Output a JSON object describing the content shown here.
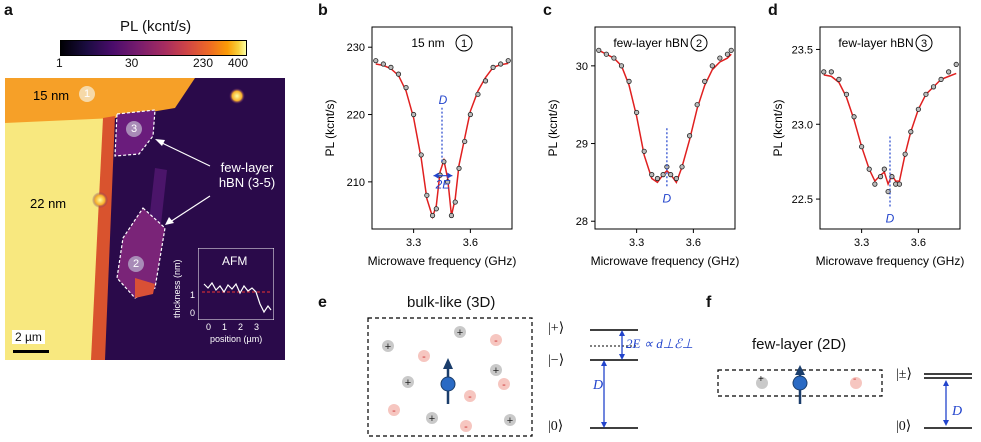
{
  "panel_a": {
    "letter": "a",
    "colorbar_title": "PL (kcnt/s)",
    "colorbar_ticks": [
      "1",
      "30",
      "230",
      "400"
    ],
    "label_15nm": "15 nm",
    "label_22nm": "22 nm",
    "flake_1": "1",
    "flake_2": "2",
    "flake_3": "3",
    "annotation_line1": "few-layer",
    "annotation_line2": "hBN (3-5)",
    "scalebar": "2 µm",
    "afm": {
      "title": "AFM",
      "ylabel": "thickness (nm)",
      "xlabel": "position (µm)",
      "yticks": [
        "0",
        "1"
      ],
      "xticks": [
        "0",
        "1",
        "2",
        "3"
      ]
    }
  },
  "panel_b": {
    "letter": "b",
    "label": "15 nm",
    "circle": "1",
    "ylabel": "PL (kcnt/s)",
    "xlabel": "Microwave frequency (GHz)",
    "yticks": [
      "210",
      "220",
      "230"
    ],
    "xticks": [
      "3.3",
      "3.6"
    ],
    "annot_D": "D",
    "annot_2E": "2E"
  },
  "panel_c": {
    "letter": "c",
    "label": "few-layer hBN",
    "circle": "2",
    "ylabel": "PL (kcnt/s)",
    "xlabel": "Microwave frequency (GHz)",
    "yticks": [
      "28",
      "29",
      "30"
    ],
    "xticks": [
      "3.3",
      "3.6"
    ],
    "annot_D": "D"
  },
  "panel_d": {
    "letter": "d",
    "label": "few-layer hBN",
    "circle": "3",
    "ylabel": "PL (kcnt/s)",
    "xlabel": "Microwave frequency (GHz)",
    "yticks": [
      "22.5",
      "23.0",
      "23.5"
    ],
    "xticks": [
      "3.3",
      "3.6"
    ],
    "annot_D": "D"
  },
  "panel_e": {
    "letter": "e",
    "title": "bulk-like (3D)",
    "plus": "+",
    "minus": "-",
    "level_plus": "|+⟩",
    "level_minus": "|−⟩",
    "level_zero": "|0⟩",
    "splitting": "2E ∝ d⊥ℰ⊥",
    "label_D": "D"
  },
  "panel_f": {
    "letter": "f",
    "title": "few-layer (2D)",
    "plus": "+",
    "minus": "-",
    "level_pm": "|±⟩",
    "level_zero": "|0⟩",
    "label_D": "D"
  },
  "chart_data": [
    {
      "type": "scatter",
      "title": "15 nm",
      "xlabel": "Microwave frequency (GHz)",
      "ylabel": "PL (kcnt/s)",
      "xlim": [
        3.08,
        3.82
      ],
      "ylim": [
        203,
        233
      ],
      "x": [
        3.1,
        3.14,
        3.18,
        3.22,
        3.26,
        3.3,
        3.34,
        3.37,
        3.4,
        3.42,
        3.44,
        3.46,
        3.48,
        3.5,
        3.52,
        3.54,
        3.57,
        3.6,
        3.64,
        3.68,
        3.72,
        3.76,
        3.8
      ],
      "y": [
        228,
        227.5,
        227,
        226,
        224,
        220,
        214,
        208,
        205,
        206,
        211,
        213,
        210,
        205,
        207,
        212,
        216,
        220,
        223,
        225,
        227,
        227.5,
        228
      ],
      "fit": [
        227.5,
        227.3,
        226.8,
        225.8,
        223.5,
        219.5,
        213.5,
        207.5,
        204.8,
        206.5,
        211.5,
        213.2,
        210.5,
        205,
        207.5,
        212.5,
        216.5,
        220.5,
        223.5,
        225.5,
        227,
        227.4,
        227.6
      ]
    },
    {
      "type": "scatter",
      "title": "few-layer hBN",
      "xlabel": "Microwave frequency (GHz)",
      "ylabel": "PL (kcnt/s)",
      "xlim": [
        3.08,
        3.82
      ],
      "ylim": [
        27.9,
        30.5
      ],
      "x": [
        3.1,
        3.14,
        3.18,
        3.22,
        3.26,
        3.3,
        3.34,
        3.38,
        3.41,
        3.44,
        3.46,
        3.48,
        3.51,
        3.54,
        3.58,
        3.62,
        3.66,
        3.7,
        3.74,
        3.78,
        3.8
      ],
      "y": [
        30.2,
        30.15,
        30.1,
        30.0,
        29.8,
        29.4,
        28.9,
        28.6,
        28.55,
        28.6,
        28.7,
        28.6,
        28.55,
        28.7,
        29.1,
        29.5,
        29.8,
        30.0,
        30.1,
        30.15,
        30.2
      ],
      "fit": [
        30.2,
        30.15,
        30.1,
        30.0,
        29.75,
        29.35,
        28.85,
        28.55,
        28.5,
        28.6,
        28.65,
        28.6,
        28.5,
        28.7,
        29.05,
        29.45,
        29.75,
        29.95,
        30.05,
        30.1,
        30.15
      ]
    },
    {
      "type": "scatter",
      "title": "few-layer hBN",
      "xlabel": "Microwave frequency (GHz)",
      "ylabel": "PL (kcnt/s)",
      "xlim": [
        3.08,
        3.82
      ],
      "ylim": [
        22.3,
        23.65
      ],
      "x": [
        3.1,
        3.14,
        3.18,
        3.22,
        3.26,
        3.3,
        3.34,
        3.37,
        3.4,
        3.42,
        3.44,
        3.46,
        3.48,
        3.5,
        3.53,
        3.56,
        3.6,
        3.64,
        3.68,
        3.72,
        3.76,
        3.8
      ],
      "y": [
        23.35,
        23.35,
        23.3,
        23.2,
        23.05,
        22.85,
        22.7,
        22.6,
        22.65,
        22.7,
        22.55,
        22.65,
        22.6,
        22.6,
        22.8,
        22.95,
        23.1,
        23.2,
        23.25,
        23.3,
        23.35,
        23.4
      ],
      "fit": [
        23.33,
        23.32,
        23.28,
        23.18,
        23.03,
        22.85,
        22.7,
        22.62,
        22.66,
        22.68,
        22.6,
        22.66,
        22.62,
        22.62,
        22.8,
        22.95,
        23.1,
        23.2,
        23.25,
        23.3,
        23.32,
        23.34
      ]
    }
  ]
}
